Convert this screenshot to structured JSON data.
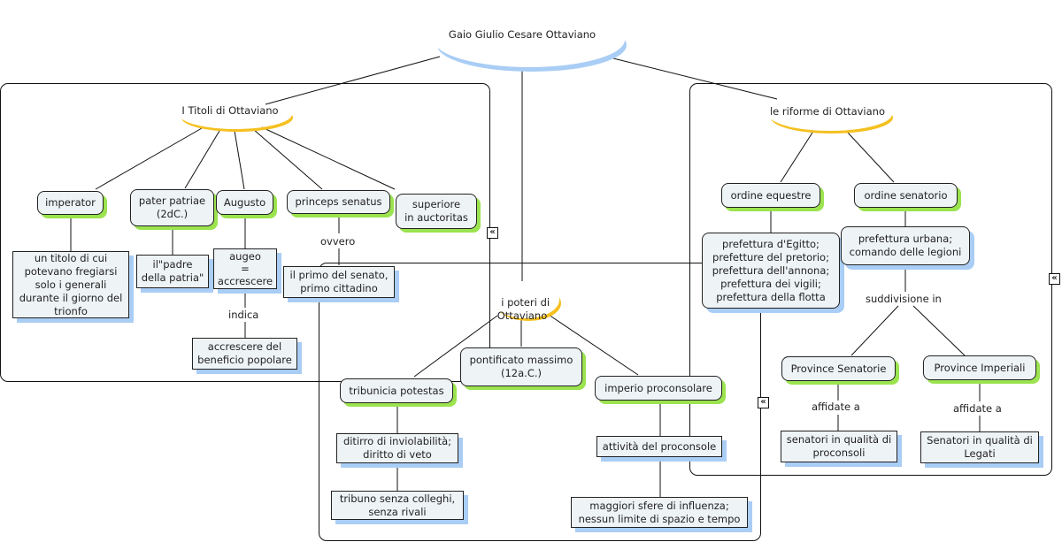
{
  "root": {
    "label": "Gaio Giulio Cesare Ottaviano"
  },
  "titoli": {
    "label": "I Titoli di Ottaviano",
    "imperator": "imperator",
    "imperator_desc": "un titolo di cui\npotevano fregiarsi\nsolo i generali\ndurante il giorno del\ntrionfo",
    "pater": "pater patriae\n(2dC.)",
    "pater_desc": "il\"padre\ndella patria\"",
    "augusto": "Augusto",
    "augeo": "augeo\n=\naccrescere",
    "indica": "indica",
    "accrescere": "accrescere del\nbeneficio popolare",
    "princeps": "princeps senatus",
    "ovvero": "ovvero",
    "primo": "il primo del senato,\nprimo cittadino",
    "superiore": "superiore\nin auctoritas"
  },
  "poteri": {
    "label": "i poteri di\nOttaviano",
    "tribunicia": "tribunicia potestas",
    "diritto": "ditirro di inviolabilità;\ndiritto di veto",
    "tribuno": "tribuno senza colleghi,\nsenza rivali",
    "pontificato": "pontificato massimo\n(12a.C.)",
    "imperio": "imperio proconsolare",
    "attivita": "attività del proconsole",
    "maggiori": "maggiori sfere di influenza;\nnessun limite di spazio e tempo"
  },
  "riforme": {
    "label": "le riforme di Ottaviano",
    "equestre": "ordine equestre",
    "prefetture": "prefettura d'Egitto;\nprefetture del pretorio;\nprefettura dell'annona;\nprefettura dei vigili;\nprefettura della flotta",
    "senatorio": "ordine senatorio",
    "urbana": "prefettura urbana;\ncomando delle legioni",
    "suddivisione": "suddivisione in",
    "senatorie": "Province Senatorie",
    "affidate1": "affidate a",
    "proconsoli": "senatori in qualità di\nproconsoli",
    "imperiali": "Province Imperiali",
    "affidate2": "affidate a",
    "legati": "Senatori in qualità di\nLegati"
  },
  "collapse_icon": "«",
  "colors": {
    "concept_shadow": "#9be34f",
    "leaf_shadow": "#a9cdf5",
    "root_arc": "#a9cdf5",
    "group_arc": "#f5c020",
    "node_fill": "#eef3f6"
  }
}
